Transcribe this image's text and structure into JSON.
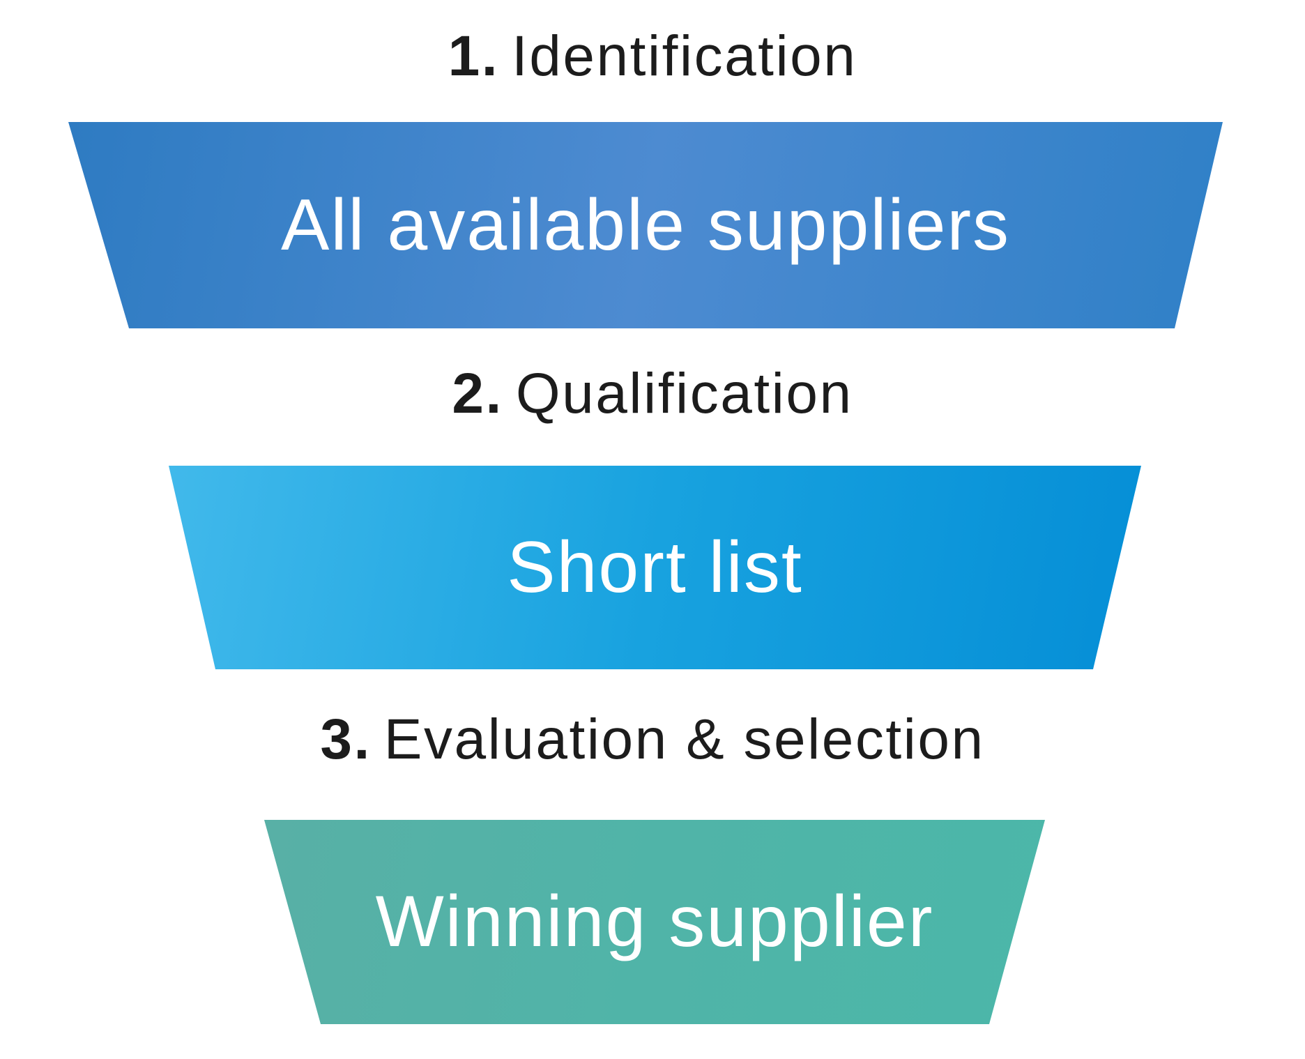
{
  "page": {
    "background": "#ffffff"
  },
  "funnel": {
    "heading_color": "#1c1c1c",
    "band_text_color": "#ffffff",
    "stages": [
      {
        "step_number": "1.",
        "step_label": "Identification",
        "band_text": "All available suppliers",
        "gradient": [
          "#2e7bc2",
          "#4d8bd1",
          "#2f80c7"
        ]
      },
      {
        "step_number": "2.",
        "step_label": "Qualification",
        "band_text": "Short list",
        "gradient": [
          "#41b9eb",
          "#18a2df",
          "#058ed6"
        ]
      },
      {
        "step_number": "3.",
        "step_label": "Evaluation & selection",
        "band_text": "Winning supplier",
        "gradient": [
          "#58b0a6",
          "#50b4a8",
          "#4bb7a9"
        ]
      }
    ]
  }
}
